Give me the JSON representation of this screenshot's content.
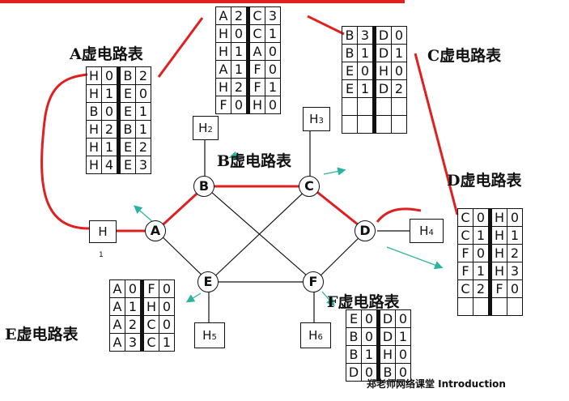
{
  "nodes": [
    {
      "id": "A",
      "label": "A"
    },
    {
      "id": "B",
      "label": "B"
    },
    {
      "id": "C",
      "label": "C"
    },
    {
      "id": "D",
      "label": "D"
    },
    {
      "id": "E",
      "label": "E"
    },
    {
      "id": "F",
      "label": "F"
    }
  ],
  "hosts": {
    "h": {
      "label": "H",
      "sub": "1"
    },
    "h2": {
      "label": "H",
      "sub": "2"
    },
    "h3": {
      "label": "H",
      "sub": "3"
    },
    "h4": {
      "label": "H",
      "sub": "4"
    },
    "h5": {
      "label": "H",
      "sub": "5"
    },
    "h6": {
      "label": "H",
      "sub": "6"
    }
  },
  "tables": {
    "a": {
      "title": "A虚电路表",
      "rows": [
        [
          "H",
          "0",
          "B",
          "2"
        ],
        [
          "H",
          "1",
          "E",
          "0"
        ],
        [
          "B",
          "0",
          "E",
          "1"
        ],
        [
          "H",
          "2",
          "B",
          "1"
        ],
        [
          "H",
          "1",
          "E",
          "2"
        ],
        [
          "H",
          "4",
          "E",
          "3"
        ]
      ]
    },
    "b": {
      "title": "B虚电路表",
      "rows": [
        [
          "A",
          "2",
          "C",
          "3"
        ],
        [
          "H",
          "0",
          "C",
          "1"
        ],
        [
          "H",
          "1",
          "A",
          "0"
        ],
        [
          "A",
          "1",
          "F",
          "0"
        ],
        [
          "H",
          "2",
          "F",
          "1"
        ],
        [
          "F",
          "0",
          "H",
          "0"
        ]
      ]
    },
    "c": {
      "title": "C虚电路表",
      "rows": [
        [
          "B",
          "3",
          "D",
          "0"
        ],
        [
          "B",
          "1",
          "D",
          "1"
        ],
        [
          "E",
          "0",
          "H",
          "0"
        ],
        [
          "E",
          "1",
          "D",
          "2"
        ],
        [
          "",
          "",
          "",
          ""
        ],
        [
          "",
          "",
          "",
          ""
        ]
      ]
    },
    "d": {
      "title": "D虚电路表",
      "rows": [
        [
          "C",
          "0",
          "H",
          "0"
        ],
        [
          "C",
          "1",
          "H",
          "1"
        ],
        [
          "F",
          "0",
          "H",
          "2"
        ],
        [
          "F",
          "1",
          "H",
          "3"
        ],
        [
          "C",
          "2",
          "F",
          "0"
        ],
        [
          "",
          "",
          "",
          ""
        ]
      ]
    },
    "e": {
      "title": "E虚电路表",
      "rows": [
        [
          "A",
          "0",
          "F",
          "0"
        ],
        [
          "A",
          "1",
          "H",
          "0"
        ],
        [
          "A",
          "2",
          "C",
          "0"
        ],
        [
          "A",
          "3",
          "C",
          "1"
        ]
      ]
    },
    "f": {
      "title": "F虚电路表",
      "rows": [
        [
          "E",
          "0",
          "D",
          "0"
        ],
        [
          "B",
          "0",
          "D",
          "1"
        ],
        [
          "B",
          "1",
          "H",
          "0"
        ],
        [
          "D",
          "0",
          "B",
          "0"
        ]
      ]
    }
  },
  "watermark": "郑老师网络课堂   Introduction",
  "colors": {
    "path": "#e02020",
    "arrow": "#2bb3a0",
    "line": "#111111"
  }
}
